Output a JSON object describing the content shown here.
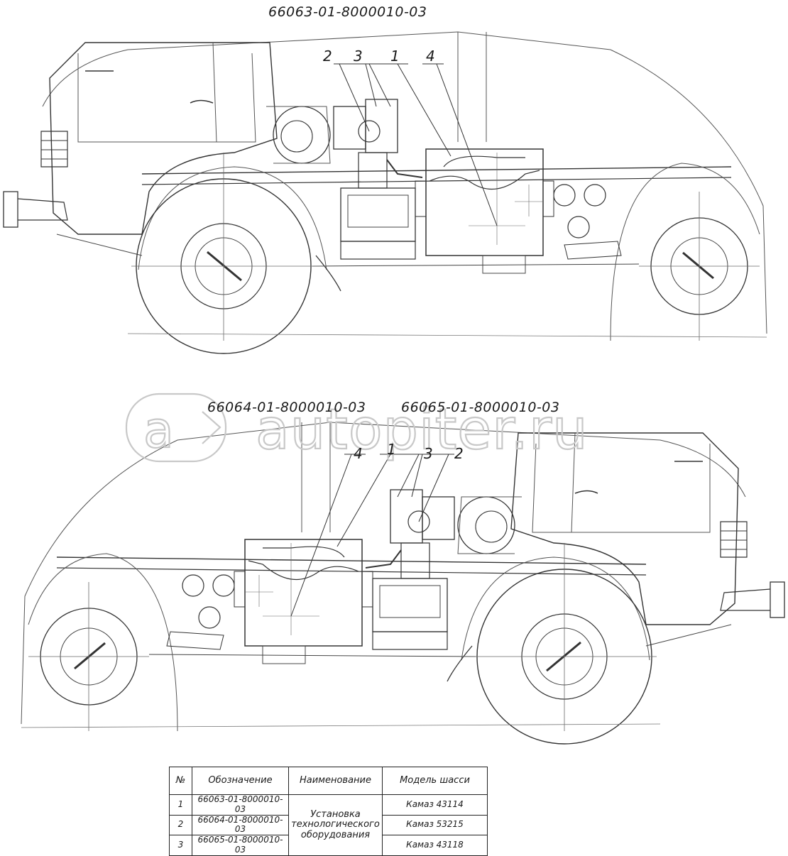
{
  "drawing": {
    "top_title": "66063-01-8000010-03",
    "bottom_title_left": "66064-01-8000010-03",
    "bottom_title_right": "66065-01-8000010-03",
    "top_callouts": [
      "2",
      "3",
      "1",
      "4"
    ],
    "bottom_callouts": [
      "4",
      "1",
      "3",
      "2"
    ],
    "watermark": "autopiter.ru"
  },
  "table": {
    "headers": [
      "№",
      "Обозначение",
      "Наименование",
      "Модель шасси"
    ],
    "rows": [
      {
        "num": "1",
        "code": "66063-01-8000010-03",
        "model": "Камаз 43114"
      },
      {
        "num": "2",
        "code": "66064-01-8000010-03",
        "model": "Камаз 53215"
      },
      {
        "num": "3",
        "code": "66065-01-8000010-03",
        "model": "Камаз 43118"
      }
    ],
    "name_line1": "Установка",
    "name_line2": "технологического",
    "name_line3": "оборудования"
  }
}
